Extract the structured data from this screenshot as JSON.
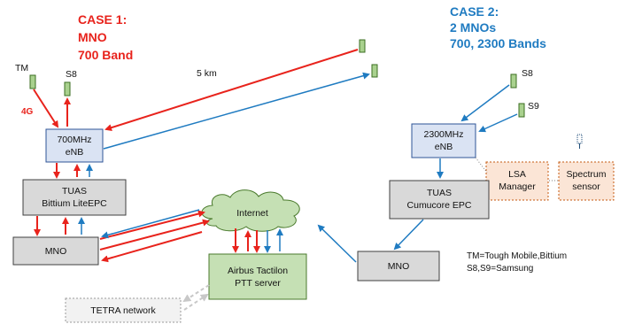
{
  "case1": {
    "line1": "CASE 1:",
    "line2": "MNO",
    "line3": "700 Band"
  },
  "case2": {
    "line1": "CASE 2:",
    "line2": "2 MNOs",
    "line3": "700, 2300 Bands"
  },
  "labels": {
    "tm": "TM",
    "s8_left": "S8",
    "lte": "4G",
    "distance": "5 km",
    "s8_right": "S8",
    "s9": "S9"
  },
  "nodes": {
    "enb700_line1": "700MHz",
    "enb700_line2": "eNB",
    "tuas_left_line1": "TUAS",
    "tuas_left_line2": "Bittium LiteEPC",
    "mno_left": "MNO",
    "internet": "Internet",
    "airbus_line1": "Airbus Tactilon",
    "airbus_line2": "PTT server",
    "tetra": "TETRA network",
    "enb2300_line1": "2300MHz",
    "enb2300_line2": "eNB",
    "lsa_line1": "LSA",
    "lsa_line2": "Manager",
    "spectrum_line1": "Spectrum",
    "spectrum_line2": "sensor",
    "tuas_right_line1": "TUAS",
    "tuas_right_line2": "Cumucore EPC",
    "mno_right": "MNO"
  },
  "legend": {
    "line1": "TM=Tough Mobile,Bittium",
    "line2": "S8,S9=Samsung"
  },
  "colors": {
    "red": "#e8231c",
    "blue": "#1f7bc1",
    "enb_fill": "#dae3f3",
    "gray_fill": "#d9d9d9",
    "green_fill": "#c5e0b4",
    "orange_fill": "#fbe5d6"
  }
}
